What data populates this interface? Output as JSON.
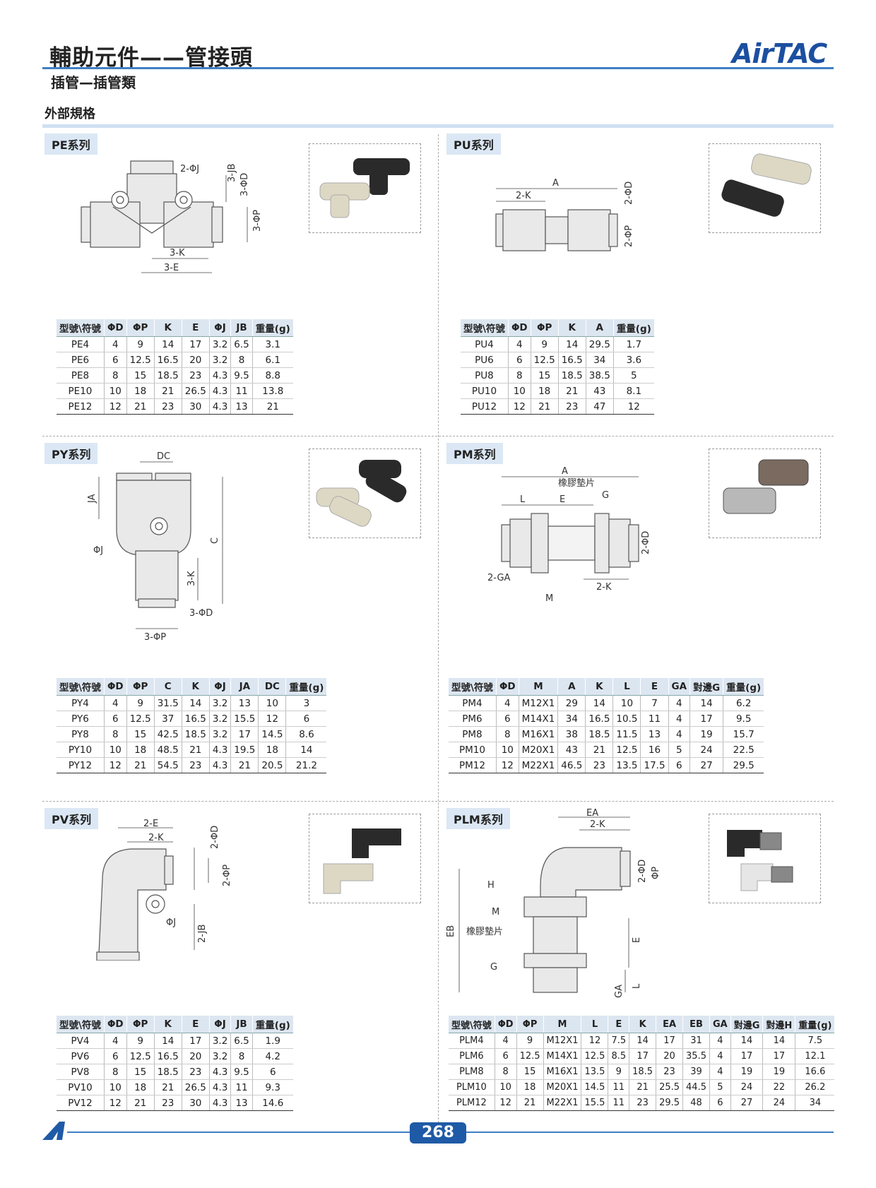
{
  "header": {
    "title": "輔助元件——管接頭",
    "subtitle": "插管—插管類",
    "logo": "AirTAC",
    "section": "外部規格"
  },
  "page_number": "268",
  "colors": {
    "accent": "#3f7fc4",
    "brand": "#1c4fa0",
    "table_header": "#dce6f1"
  },
  "series": {
    "pe": {
      "label": "PE系列",
      "dims": [
        "2-ΦJ",
        "3-JB",
        "3-ΦD",
        "3-ΦP",
        "3-K",
        "3-E"
      ],
      "headers": [
        "型號\\符號",
        "ΦD",
        "ΦP",
        "K",
        "E",
        "ΦJ",
        "JB",
        "重量(g)"
      ],
      "rows": [
        [
          "PE4",
          "4",
          "9",
          "14",
          "17",
          "3.2",
          "6.5",
          "3.1"
        ],
        [
          "PE6",
          "6",
          "12.5",
          "16.5",
          "20",
          "3.2",
          "8",
          "6.1"
        ],
        [
          "PE8",
          "8",
          "15",
          "18.5",
          "23",
          "4.3",
          "9.5",
          "8.8"
        ],
        [
          "PE10",
          "10",
          "18",
          "21",
          "26.5",
          "4.3",
          "11",
          "13.8"
        ],
        [
          "PE12",
          "12",
          "21",
          "23",
          "30",
          "4.3",
          "13",
          "21"
        ]
      ]
    },
    "pu": {
      "label": "PU系列",
      "dims": [
        "A",
        "2-K",
        "2-ΦD",
        "2-ΦP"
      ],
      "headers": [
        "型號\\符號",
        "ΦD",
        "ΦP",
        "K",
        "A",
        "重量(g)"
      ],
      "rows": [
        [
          "PU4",
          "4",
          "9",
          "14",
          "29.5",
          "1.7"
        ],
        [
          "PU6",
          "6",
          "12.5",
          "16.5",
          "34",
          "3.6"
        ],
        [
          "PU8",
          "8",
          "15",
          "18.5",
          "38.5",
          "5"
        ],
        [
          "PU10",
          "10",
          "18",
          "21",
          "43",
          "8.1"
        ],
        [
          "PU12",
          "12",
          "21",
          "23",
          "47",
          "12"
        ]
      ]
    },
    "py": {
      "label": "PY系列",
      "dims": [
        "DC",
        "JA",
        "ΦJ",
        "C",
        "3-K",
        "3-ΦD",
        "3-ΦP"
      ],
      "headers": [
        "型號\\符號",
        "ΦD",
        "ΦP",
        "C",
        "K",
        "ΦJ",
        "JA",
        "DC",
        "重量(g)"
      ],
      "rows": [
        [
          "PY4",
          "4",
          "9",
          "31.5",
          "14",
          "3.2",
          "13",
          "10",
          "3"
        ],
        [
          "PY6",
          "6",
          "12.5",
          "37",
          "16.5",
          "3.2",
          "15.5",
          "12",
          "6"
        ],
        [
          "PY8",
          "8",
          "15",
          "42.5",
          "18.5",
          "3.2",
          "17",
          "14.5",
          "8.6"
        ],
        [
          "PY10",
          "10",
          "18",
          "48.5",
          "21",
          "4.3",
          "19.5",
          "18",
          "14"
        ],
        [
          "PY12",
          "12",
          "21",
          "54.5",
          "23",
          "4.3",
          "21",
          "20.5",
          "21.2"
        ]
      ]
    },
    "pm": {
      "label": "PM系列",
      "dims": [
        "A",
        "橡膠墊片",
        "L",
        "E",
        "G",
        "2-ΦD",
        "2-GA",
        "2-K",
        "M"
      ],
      "headers": [
        "型號\\符號",
        "ΦD",
        "M",
        "A",
        "K",
        "L",
        "E",
        "GA",
        "對邊G",
        "重量(g)"
      ],
      "rows": [
        [
          "PM4",
          "4",
          "M12X1",
          "29",
          "14",
          "10",
          "7",
          "4",
          "14",
          "6.2"
        ],
        [
          "PM6",
          "6",
          "M14X1",
          "34",
          "16.5",
          "10.5",
          "11",
          "4",
          "17",
          "9.5"
        ],
        [
          "PM8",
          "8",
          "M16X1",
          "38",
          "18.5",
          "11.5",
          "13",
          "4",
          "19",
          "15.7"
        ],
        [
          "PM10",
          "10",
          "M20X1",
          "43",
          "21",
          "12.5",
          "16",
          "5",
          "24",
          "22.5"
        ],
        [
          "PM12",
          "12",
          "M22X1",
          "46.5",
          "23",
          "13.5",
          "17.5",
          "6",
          "27",
          "29.5"
        ]
      ]
    },
    "pv": {
      "label": "PV系列",
      "dims": [
        "2-E",
        "2-K",
        "2-ΦD",
        "2-ΦP",
        "ΦJ",
        "2-JB"
      ],
      "headers": [
        "型號\\符號",
        "ΦD",
        "ΦP",
        "K",
        "E",
        "ΦJ",
        "JB",
        "重量(g)"
      ],
      "rows": [
        [
          "PV4",
          "4",
          "9",
          "14",
          "17",
          "3.2",
          "6.5",
          "1.9"
        ],
        [
          "PV6",
          "6",
          "12.5",
          "16.5",
          "20",
          "3.2",
          "8",
          "4.2"
        ],
        [
          "PV8",
          "8",
          "15",
          "18.5",
          "23",
          "4.3",
          "9.5",
          "6"
        ],
        [
          "PV10",
          "10",
          "18",
          "21",
          "26.5",
          "4.3",
          "11",
          "9.3"
        ],
        [
          "PV12",
          "12",
          "21",
          "23",
          "30",
          "4.3",
          "13",
          "14.6"
        ]
      ]
    },
    "plm": {
      "label": "PLM系列",
      "dims": [
        "EA",
        "2-K",
        "2-ΦD",
        "ΦP",
        "H",
        "M",
        "橡膠墊片",
        "EB",
        "E",
        "G",
        "GA",
        "L"
      ],
      "headers": [
        "型號\\符號",
        "ΦD",
        "ΦP",
        "M",
        "L",
        "E",
        "K",
        "EA",
        "EB",
        "GA",
        "對邊G",
        "對邊H",
        "重量(g)"
      ],
      "rows": [
        [
          "PLM4",
          "4",
          "9",
          "M12X1",
          "12",
          "7.5",
          "14",
          "17",
          "31",
          "4",
          "14",
          "14",
          "7.5"
        ],
        [
          "PLM6",
          "6",
          "12.5",
          "M14X1",
          "12.5",
          "8.5",
          "17",
          "20",
          "35.5",
          "4",
          "17",
          "17",
          "12.1"
        ],
        [
          "PLM8",
          "8",
          "15",
          "M16X1",
          "13.5",
          "9",
          "18.5",
          "23",
          "39",
          "4",
          "19",
          "19",
          "16.6"
        ],
        [
          "PLM10",
          "10",
          "18",
          "M20X1",
          "14.5",
          "11",
          "21",
          "25.5",
          "44.5",
          "5",
          "24",
          "22",
          "26.2"
        ],
        [
          "PLM12",
          "12",
          "21",
          "M22X1",
          "15.5",
          "11",
          "23",
          "29.5",
          "48",
          "6",
          "27",
          "24",
          "34"
        ]
      ]
    }
  }
}
